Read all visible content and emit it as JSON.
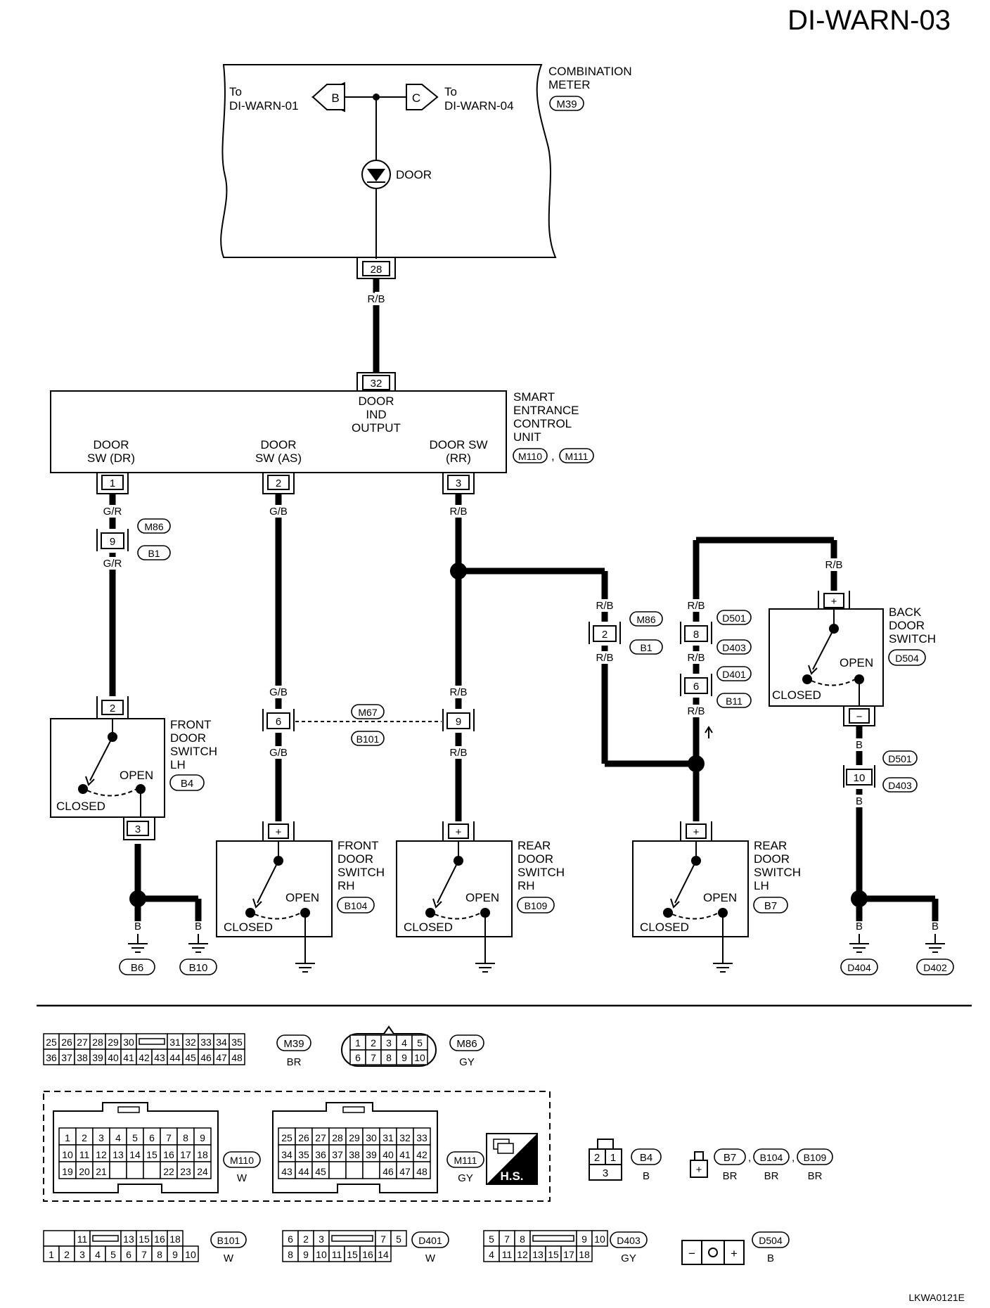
{
  "page_code": "DI-WARN-03",
  "figure_code": "LKWA0121E",
  "combination_meter": {
    "title_line1": "COMBINATION",
    "title_line2": "METER",
    "connector": "M39",
    "to_left_prefix": "To",
    "to_left_target": "DI-WARN-01",
    "to_left_tag": "B",
    "to_right_prefix": "To",
    "to_right_target": "DI-WARN-04",
    "to_right_tag": "C",
    "lamp_label": "DOOR",
    "pin": "28"
  },
  "control_unit": {
    "title": [
      "SMART",
      "ENTRANCE",
      "CONTROL",
      "UNIT"
    ],
    "connectors": [
      "M110",
      "M111"
    ],
    "comma": ",",
    "output_pin": "32",
    "output_label": [
      "DOOR",
      "IND",
      "OUTPUT"
    ],
    "inputs": [
      {
        "label1": "DOOR",
        "label2": "SW (DR)",
        "pin": "1"
      },
      {
        "label1": "DOOR",
        "label2": "SW (AS)",
        "pin": "2"
      },
      {
        "label1": "DOOR SW",
        "label2": "(RR)",
        "pin": "3"
      }
    ]
  },
  "wires": {
    "meter_to_unit": "R/B",
    "dr_upper": "G/R",
    "dr_lower": "G/R",
    "as_upper": "G/B",
    "as_mid_upper": "G/B",
    "as_mid_lower": "G/B",
    "rr_upper": "R/B",
    "rr_mid_upper": "R/B",
    "rr_mid_lower": "R/B",
    "lh_upper": "R/B",
    "lh_lower": "R/B",
    "d501_upper": "R/B",
    "d501_mid": "R/B",
    "d401_lower": "R/B",
    "back_upper": "R/B",
    "back_lower": "B",
    "back_ground": "B",
    "ground_b": "B"
  },
  "joints": {
    "j1": {
      "pin": "9",
      "top": "M86",
      "bottom": "B1"
    },
    "j2": {
      "pin": "2",
      "top": "M86",
      "bottom": "B1"
    },
    "j3": {
      "pin": "8",
      "top": "D501",
      "bottom": "D403"
    },
    "j4": {
      "pin": "6",
      "top": "D401",
      "bottom": "B11"
    },
    "j5": {
      "pin": "10",
      "top": "D501",
      "bottom": "D403"
    },
    "j6a": {
      "pin": "6"
    },
    "j6b": {
      "pin": "9"
    },
    "j6_top": "M67",
    "j6_bottom": "B101"
  },
  "switches": {
    "front_lh": {
      "name": [
        "FRONT",
        "DOOR",
        "SWITCH",
        "LH"
      ],
      "connector": "B4",
      "pin_top": "2",
      "pin_bottom": "3",
      "open": "OPEN",
      "closed": "CLOSED"
    },
    "front_rh": {
      "name": [
        "FRONT",
        "DOOR",
        "SWITCH",
        "RH"
      ],
      "connector": "B104",
      "pin": "+",
      "open": "OPEN",
      "closed": "CLOSED"
    },
    "rear_rh": {
      "name": [
        "REAR",
        "DOOR",
        "SWITCH",
        "RH"
      ],
      "connector": "B109",
      "pin": "+",
      "open": "OPEN",
      "closed": "CLOSED"
    },
    "rear_lh": {
      "name": [
        "REAR",
        "DOOR",
        "SWITCH",
        "LH"
      ],
      "connector": "B7",
      "pin": "+",
      "open": "OPEN",
      "closed": "CLOSED"
    },
    "back": {
      "name": [
        "BACK",
        "DOOR",
        "SWITCH"
      ],
      "connector": "D504",
      "pin_top": "+",
      "pin_bottom": "−",
      "open": "OPEN",
      "closed": "CLOSED"
    }
  },
  "grounds": [
    "B6",
    "B10",
    "D404",
    "D402"
  ],
  "connector_views": {
    "m39": {
      "id": "M39",
      "color": "BR",
      "row1": [
        "25",
        "26",
        "27",
        "28",
        "29",
        "30",
        "",
        "31",
        "32",
        "33",
        "34",
        "35"
      ],
      "row2": [
        "36",
        "37",
        "38",
        "39",
        "40",
        "41",
        "42",
        "43",
        "44",
        "45",
        "46",
        "47",
        "48"
      ]
    },
    "m86": {
      "id": "M86",
      "color": "GY",
      "row1": [
        "1",
        "2",
        "3",
        "4",
        "5"
      ],
      "row2": [
        "6",
        "7",
        "8",
        "9",
        "10"
      ]
    },
    "m110": {
      "id": "M110",
      "color": "W",
      "row1": [
        "1",
        "2",
        "3",
        "4",
        "5",
        "6",
        "7",
        "8",
        "9"
      ],
      "row2": [
        "10",
        "11",
        "12",
        "13",
        "14",
        "15",
        "16",
        "17",
        "18"
      ],
      "row3": [
        "19",
        "20",
        "21",
        "",
        "",
        "",
        "22",
        "23",
        "24"
      ]
    },
    "m111": {
      "id": "M111",
      "color": "GY",
      "row1": [
        "25",
        "26",
        "27",
        "28",
        "29",
        "30",
        "31",
        "32",
        "33"
      ],
      "row2": [
        "34",
        "35",
        "36",
        "37",
        "38",
        "39",
        "40",
        "41",
        "42"
      ],
      "row3": [
        "43",
        "44",
        "45",
        "",
        "",
        "",
        "46",
        "47",
        "48"
      ]
    },
    "hs_label": "H.S.",
    "b4": {
      "id": "B4",
      "color": "B",
      "row1": [
        "2",
        "1"
      ],
      "row2": [
        "3"
      ]
    },
    "b7group": {
      "ids": [
        "B7",
        "B104",
        "B109"
      ],
      "colors": [
        "BR",
        "BR",
        "BR"
      ],
      "pin": "+",
      "sep": ","
    },
    "b101": {
      "id": "B101",
      "color": "W",
      "row1": [
        "",
        "11",
        "",
        "13",
        "15",
        "16",
        "18"
      ],
      "row2": [
        "1",
        "2",
        "3",
        "4",
        "5",
        "6",
        "7",
        "8",
        "9",
        "10"
      ]
    },
    "d401": {
      "id": "D401",
      "color": "W",
      "row1": [
        "6",
        "2",
        "3",
        "",
        "7",
        "5"
      ],
      "row2": [
        "8",
        "9",
        "10",
        "11",
        "15",
        "16",
        "14"
      ]
    },
    "d403": {
      "id": "D403",
      "color": "GY",
      "row1": [
        "5",
        "7",
        "8",
        "",
        "9",
        "10"
      ],
      "row2": [
        "4",
        "11",
        "12",
        "13",
        "15",
        "17",
        "18"
      ]
    },
    "d504": {
      "id": "D504",
      "color": "B",
      "pins": [
        "−",
        "+"
      ]
    }
  }
}
